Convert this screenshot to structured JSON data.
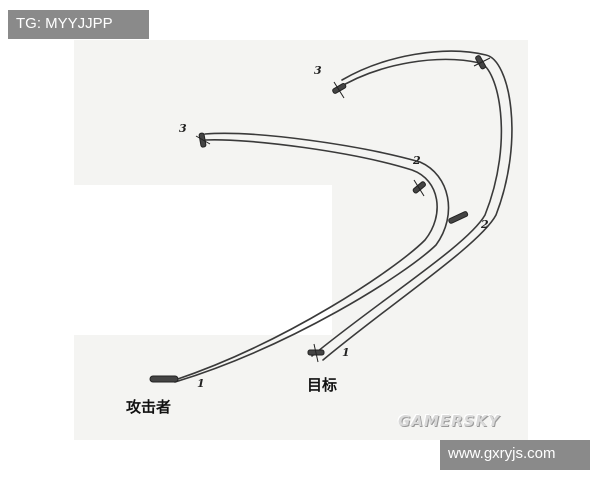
{
  "overlay": {
    "tg_text": "TG: MYYJJPP",
    "site_text": "www.gxryjs.com"
  },
  "diagram": {
    "labels": {
      "attacker": "攻击者",
      "target": "目标",
      "target_pos1": "1",
      "attacker_pos1": "1",
      "attacker_pos2": "2",
      "target_pos2": "2",
      "attacker_pos3": "3",
      "target_pos3": "3"
    },
    "watermark": "GAMERSKY"
  },
  "colors": {
    "line": "#3a3a3a",
    "overlay_bg": "#8a8a8a",
    "paper": "#f4f4f2"
  }
}
